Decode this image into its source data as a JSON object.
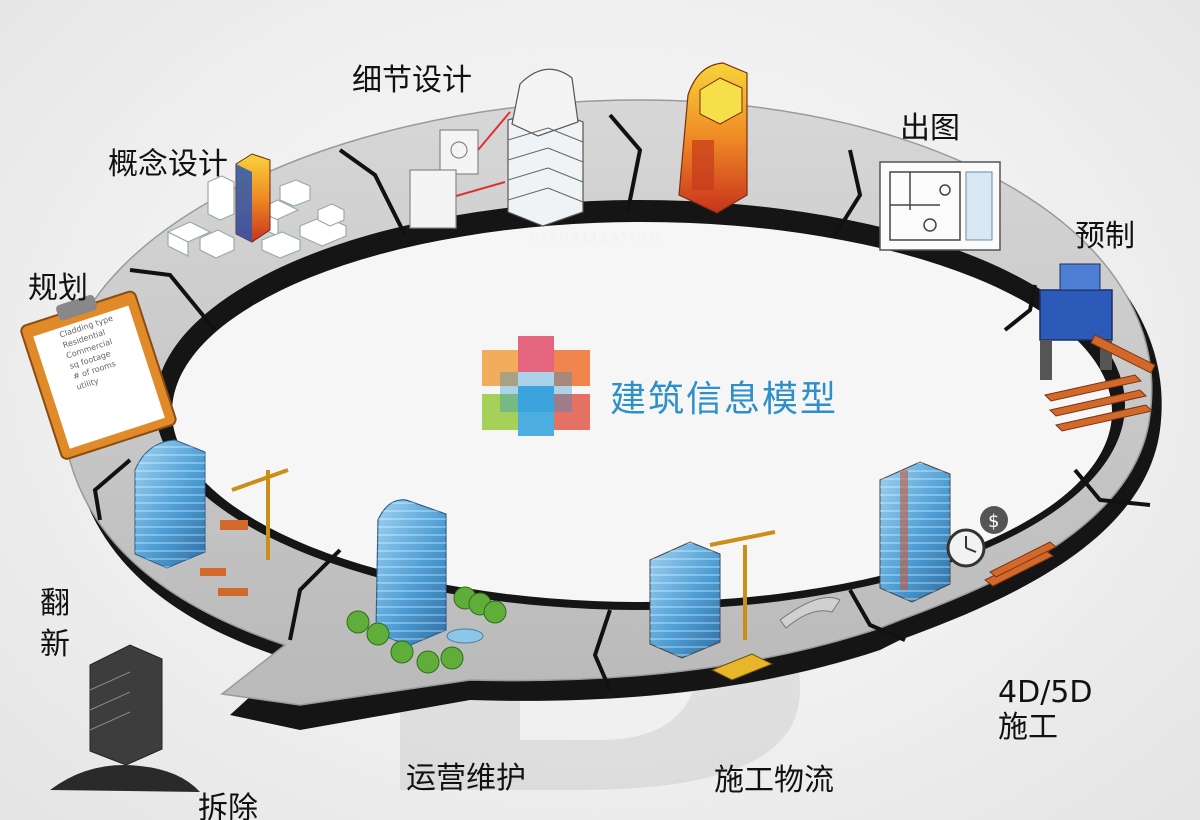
{
  "center_title": "建筑信息模型",
  "ring_label": "VISUALIZATION",
  "stages": {
    "detail_design": "细节设计",
    "concept_design": "概念设计",
    "planning": "规划",
    "drawing_output": "出图",
    "prefabrication": "预制",
    "renovation": "翻新",
    "demolition": "拆除",
    "operation_maintenance": "运营维护",
    "construction_logistics": "施工物流",
    "construction_4d5d": "4D/5D\n施工"
  },
  "clipboard_lines": [
    "Cladding type",
    "Residential",
    "Commercial",
    "sq footage",
    "# of rooms",
    "utility"
  ],
  "colors": {
    "ring_top": "#c9c9c9",
    "ring_edge": "#1a1a1a",
    "glass_blue": "#5aa9dd",
    "steel_orange": "#e07a2e",
    "crane_yellow": "#e9b52a",
    "title_blue": "#2f8fc9"
  }
}
